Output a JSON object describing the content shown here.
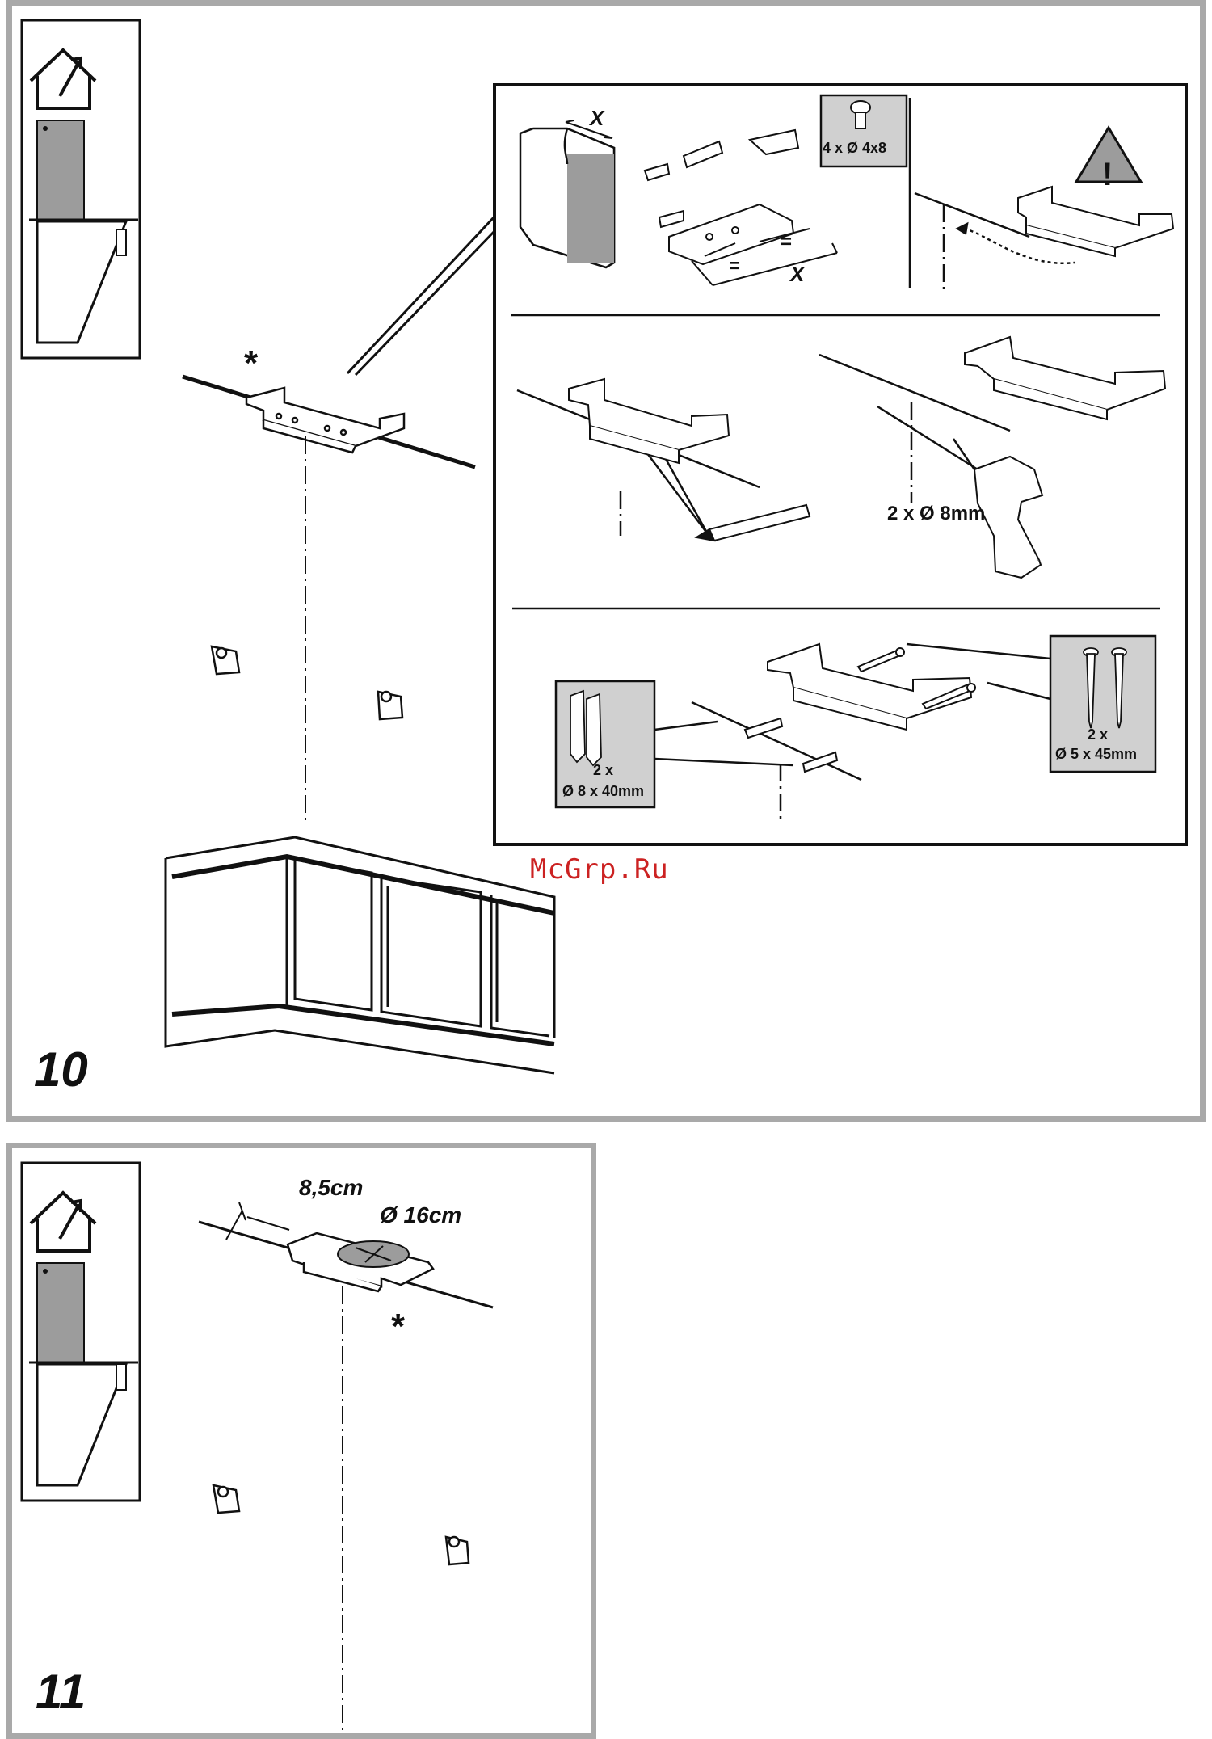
{
  "step10": {
    "number": "10",
    "asterisk": "*",
    "detail": {
      "row1": {
        "dimension_x_top": "X",
        "dimension_x_bottom": "X",
        "equal_sign": "=",
        "screw_box_label": "4 x  Ø 4x8"
      },
      "row2": {
        "drill_label": "2 x Ø 8mm"
      },
      "row3": {
        "plug_count": "2 x",
        "plug_size": "Ø 8 x 40mm",
        "screw_count": "2 x",
        "screw_size": "Ø 5 x 45mm"
      }
    }
  },
  "step11": {
    "number": "11",
    "asterisk": "*",
    "distance_label": "8,5cm",
    "diameter_label": "Ø 16cm"
  },
  "watermark": "McGrp.Ru",
  "colors": {
    "panel_border": "#a9a9a9",
    "ink": "#111111",
    "watermark": "#cc2222",
    "grey_fill": "#9c9c9c"
  }
}
